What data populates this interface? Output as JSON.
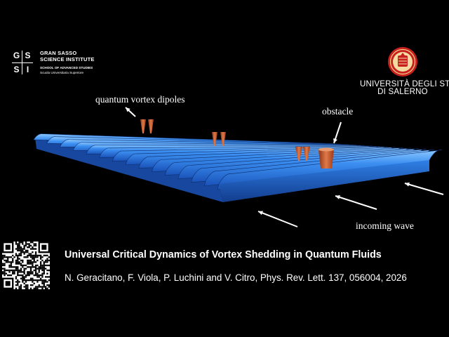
{
  "logos": {
    "gssi": {
      "letters": [
        "G",
        "S",
        "S",
        "I"
      ],
      "name_line1": "GRAN SASSO",
      "name_line2": "SCIENCE INSTITUTE",
      "school_line": "SCHOOL OF ADVANCED STUDIES",
      "school_sub": "Scuola Universitaria Superiore"
    },
    "unisa": {
      "line1": "UNIVERSITÀ DEGLI STUDI",
      "line2": "DI SALERNO",
      "seal_color": "#c8201e"
    }
  },
  "annotations": {
    "dipoles": "quantum vortex dipoles",
    "obstacle": "obstacle",
    "incoming_wave": "incoming wave"
  },
  "colors": {
    "wave": "#2c7be5",
    "wave_light": "#6fb6ff",
    "wave_dark": "#1848a8",
    "vortex": "#c4562b",
    "background": "#000000"
  },
  "paper": {
    "title": "Universal Critical Dynamics of Vortex Shedding in Quantum Fluids",
    "citation": "N. Geracitano, F. Viola, P. Luchini and V. Citro, Phys. Rev. Lett. 137, 056004, 2026"
  },
  "qr": {
    "icon": "qr-code-icon"
  }
}
